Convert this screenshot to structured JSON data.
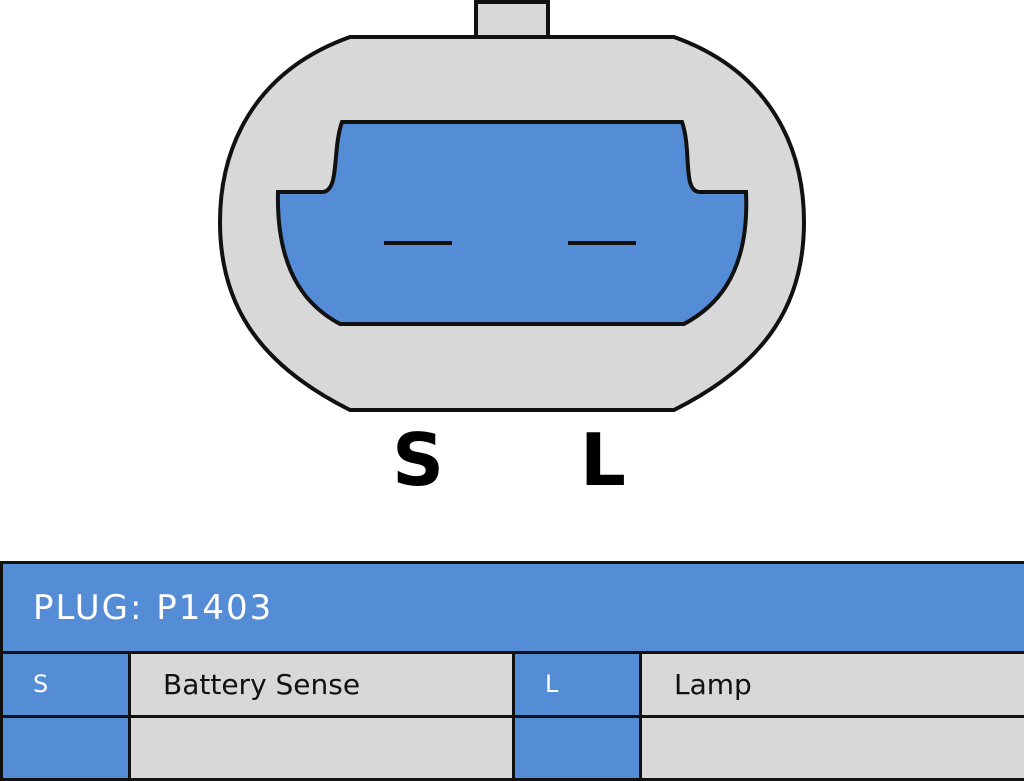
{
  "colors": {
    "housing": "#d8d8d8",
    "insert": "#548cd5",
    "outline": "#111111",
    "header": "#548cd5",
    "cell": "#d8d8d8"
  },
  "connector": {
    "pins": [
      {
        "label": "S"
      },
      {
        "label": "L"
      }
    ]
  },
  "table": {
    "title": "PLUG: P1403",
    "rows": [
      {
        "code1": "S",
        "desc1": "Battery Sense",
        "code2": "L",
        "desc2": "Lamp"
      },
      {
        "code1": "",
        "desc1": "",
        "code2": "",
        "desc2": ""
      }
    ]
  }
}
